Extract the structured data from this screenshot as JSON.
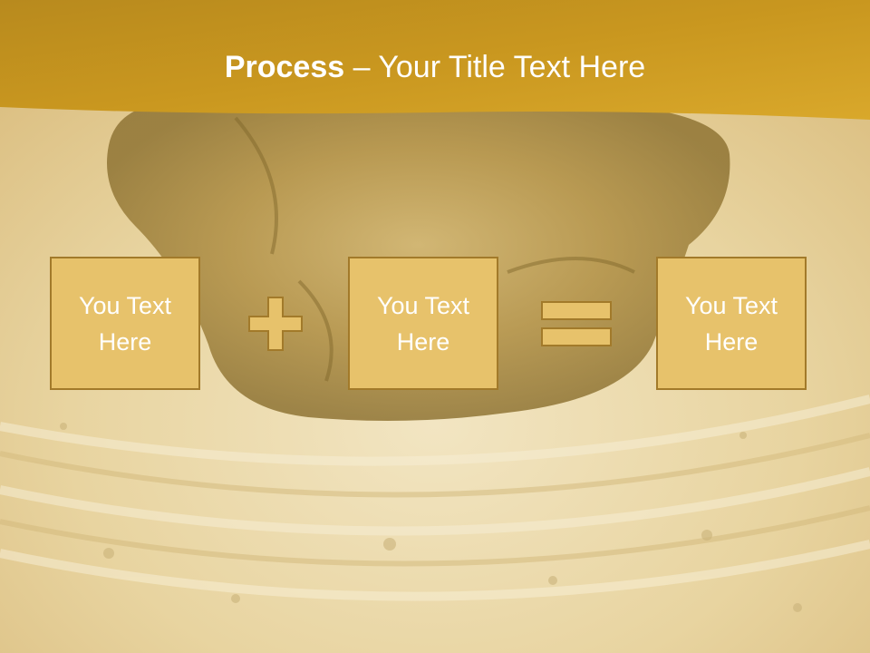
{
  "title": {
    "bold": "Process",
    "separator": " – ",
    "rest": "Your Title Text Here"
  },
  "boxes": [
    {
      "text": "You Text Here"
    },
    {
      "text": "You Text Here"
    },
    {
      "text": "You Text Here"
    }
  ],
  "operators": [
    "plus",
    "equals"
  ],
  "colors": {
    "banner": "#c9921c",
    "box_fill": "#e7c26b",
    "box_border": "#a27a2a",
    "text": "#ffffff"
  }
}
